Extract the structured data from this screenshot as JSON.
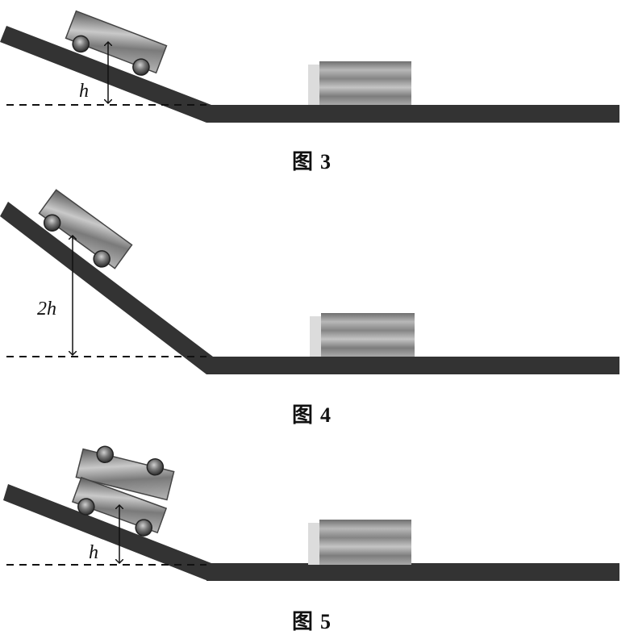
{
  "figures": [
    {
      "caption_prefix": "图",
      "caption_number": "3",
      "height_label": "h"
    },
    {
      "caption_prefix": "图",
      "caption_number": "4",
      "height_label": "2h"
    },
    {
      "caption_prefix": "图",
      "caption_number": "5",
      "height_label": "h"
    }
  ],
  "colors": {
    "track": "#333333",
    "block": "#9a9a9a",
    "cart": "#8f8f8f",
    "wheel": "#555555"
  }
}
